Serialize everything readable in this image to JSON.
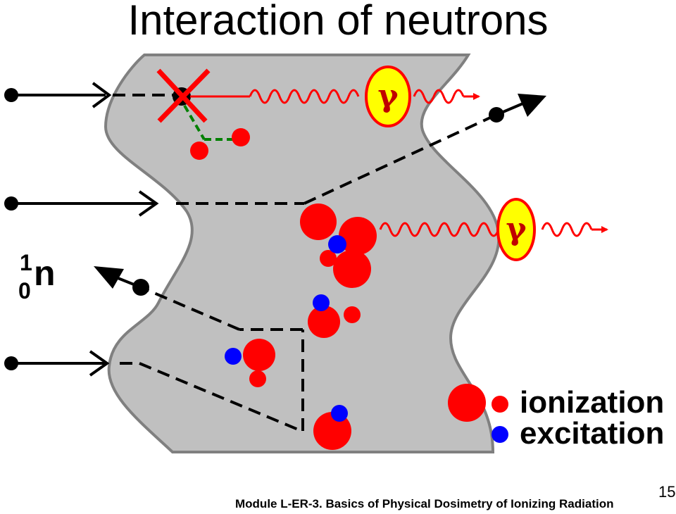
{
  "slide": {
    "title": "Interaction of neutrons",
    "footer": "Module L-ER-3. Basics of Physical Dosimetry of Ionizing Radiation",
    "page_number": "15"
  },
  "diagram": {
    "particle_symbol": "n",
    "mass_number": "1",
    "atomic_number": "0",
    "gamma_symbol": "γ",
    "legend": {
      "ionization": "ionization",
      "excitation": "excitation"
    }
  },
  "colors": {
    "material": "#c0c0c0",
    "material_border": "#808080",
    "ionization": "#ff0000",
    "excitation": "#0000ff",
    "gamma_fill": "#ffff00",
    "photon_wave": "#ff0000"
  }
}
